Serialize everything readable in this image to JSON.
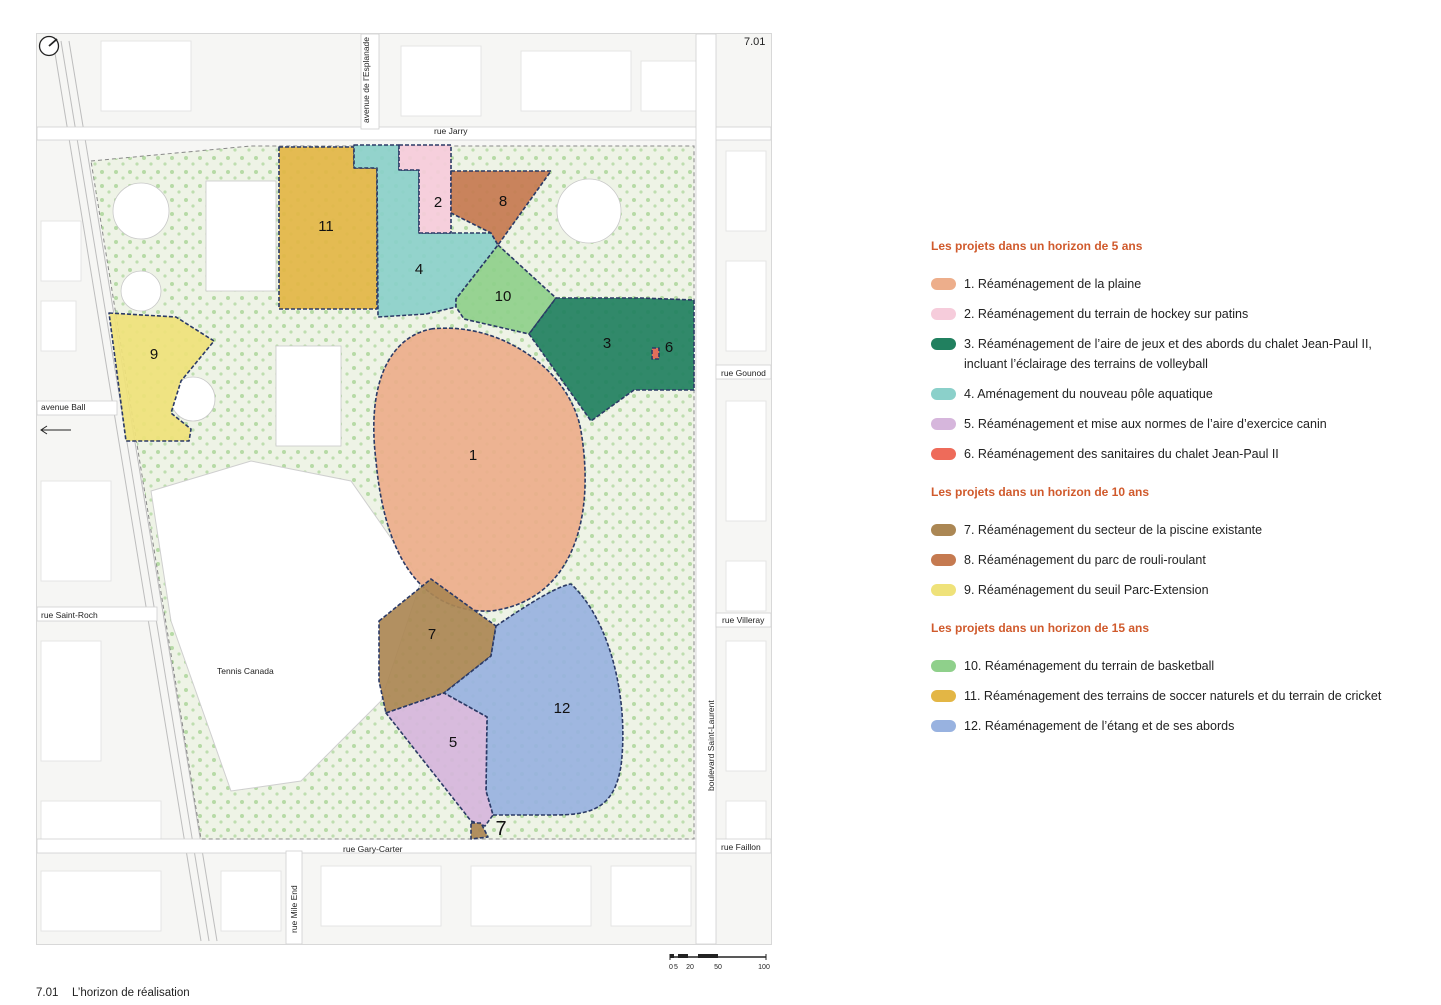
{
  "sheet_number": "7.01",
  "caption": {
    "number": "7.01",
    "title": "L’horizon de réalisation"
  },
  "streets": {
    "jarry": "rue Jarry",
    "esplanade": "avenue de l’Esplanade",
    "gounod": "rue Gounod",
    "ball": "avenue Ball",
    "saint_roch": "rue Saint-Roch",
    "villeray": "rue Villeray",
    "gary_carter": "rue Gary-Carter",
    "mile_end": "rue Mile End",
    "saint_laurent": "boulevard Saint-Laurent",
    "faillon": "rue Faillon"
  },
  "places": {
    "tennis_canada": "Tennis Canada"
  },
  "scale": {
    "ticks": [
      "0",
      "5",
      "20",
      "50",
      "100"
    ]
  },
  "zone_colors": {
    "1": "#edae8b",
    "2": "#f6ccdb",
    "3": "#21805f",
    "4": "#8bd0ca",
    "5": "#d6b6dc",
    "6": "#ee6b5a",
    "7": "#ab8754",
    "8": "#c57a50",
    "9": "#efe27a",
    "10": "#8fd08b",
    "11": "#e3b645",
    "12": "#98b2e0"
  },
  "zone_labels": [
    "1",
    "2",
    "3",
    "4",
    "5",
    "6",
    "7",
    "8",
    "9",
    "10",
    "11",
    "12"
  ],
  "legend": [
    {
      "heading": "Les projets dans un horizon de 5 ans",
      "items": [
        {
          "label": "1. Réaménagement de la plaine",
          "color": "#edae8b"
        },
        {
          "label": "2. Réaménagement du terrain de hockey sur patins",
          "color": "#f6ccdb"
        },
        {
          "label": "3. Réaménagement de l’aire de jeux et des abords du chalet Jean-Paul II, incluant l’éclairage des terrains de volleyball",
          "color": "#21805f"
        },
        {
          "label": "4. Aménagement du nouveau pôle aquatique",
          "color": "#8bd0ca"
        },
        {
          "label": "5. Réaménagement et mise aux normes de l’aire d’exercice canin",
          "color": "#d6b6dc"
        },
        {
          "label": "6. Réaménagement des sanitaires du chalet Jean-Paul II",
          "color": "#ee6b5a"
        }
      ]
    },
    {
      "heading": "Les projets dans un horizon de 10 ans",
      "items": [
        {
          "label": "7. Réaménagement du secteur de la piscine existante",
          "color": "#ab8754"
        },
        {
          "label": "8. Réaménagement du parc de rouli-roulant",
          "color": "#c57a50"
        },
        {
          "label": "9. Réaménagement du seuil Parc-Extension",
          "color": "#efe27a"
        }
      ]
    },
    {
      "heading": "Les projets dans un horizon de 15 ans",
      "items": [
        {
          "label": "10. Réaménagement du terrain de basketball",
          "color": "#8fd08b"
        },
        {
          "label": "11. Réaménagement des terrains de soccer naturels et du terrain de cricket",
          "color": "#e3b645"
        },
        {
          "label": "12. Réaménagement de l’étang et de ses abords",
          "color": "#98b2e0"
        }
      ]
    }
  ]
}
